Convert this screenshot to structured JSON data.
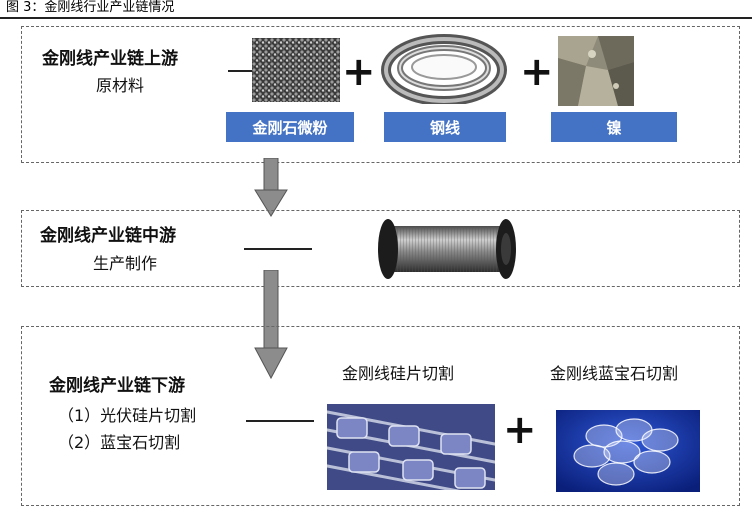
{
  "figure": {
    "title": "图 3：金刚线行业产业链情况"
  },
  "upstream": {
    "title": "金刚线产业链上游",
    "subtitle": "原材料",
    "materials": [
      {
        "label": "金刚石微粉",
        "icon": "diamond-powder-image"
      },
      {
        "label": "钢线",
        "icon": "steel-wire-coil-image"
      },
      {
        "label": "镍",
        "icon": "nickel-ore-image"
      }
    ],
    "plus": "+"
  },
  "midstream": {
    "title": "金刚线产业链中游",
    "subtitle": "生产制作",
    "icon": "wire-spool-image"
  },
  "downstream": {
    "title": "金刚线产业链下游",
    "items": [
      "（1）光伏硅片切割",
      "（2）蓝宝石切割"
    ],
    "applications": [
      {
        "caption": "金刚线硅片切割",
        "icon": "silicon-wafer-cutting-image"
      },
      {
        "caption": "金刚线蓝宝石切割",
        "icon": "sapphire-wafers-image"
      }
    ],
    "plus": "+"
  },
  "colors": {
    "label_bg": "#4472c4",
    "arrow": "#8c8c8c",
    "border": "#666666"
  }
}
